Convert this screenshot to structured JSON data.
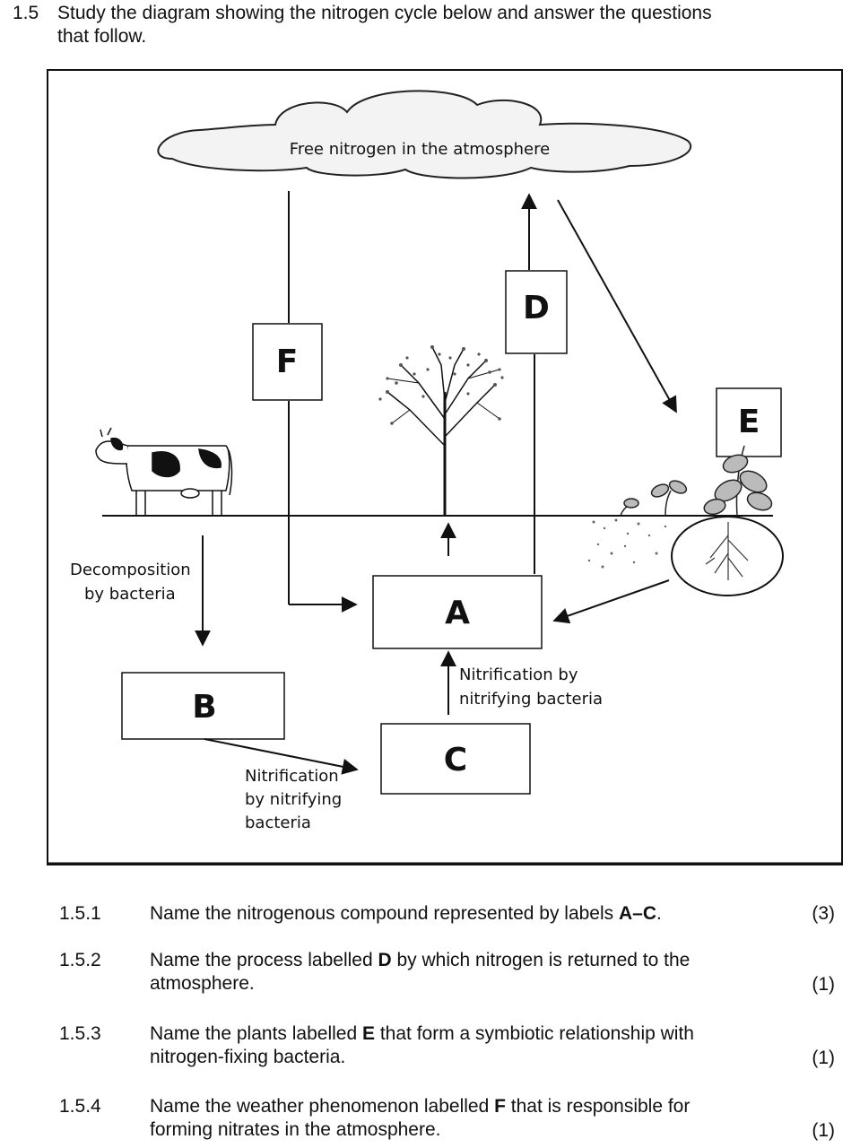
{
  "question": {
    "number": "1.5",
    "instruction": "Study the diagram showing the nitrogen cycle below and answer the questions that follow."
  },
  "diagram": {
    "cloud_label": "Free nitrogen in the atmosphere",
    "boxes": {
      "A": "A",
      "B": "B",
      "C": "C",
      "D": "D",
      "E": "E",
      "F": "F"
    },
    "labels": {
      "decomposition_line1": "Decomposition",
      "decomposition_line2": "by bacteria",
      "nitrification_ac_line1": "Nitrification by",
      "nitrification_ac_line2": "nitrifying bacteria",
      "nitrification_bc_line1": "Nitrification",
      "nitrification_bc_line2": "by nitrifying",
      "nitrification_bc_line3": "bacteria"
    }
  },
  "subquestions": [
    {
      "number": "1.5.1",
      "pre": "Name the nitrogenous compound represented by labels ",
      "bold": "A–C",
      "post": ".",
      "line2": "",
      "marks": "(3)"
    },
    {
      "number": "1.5.2",
      "pre": "Name the process labelled ",
      "bold": "D",
      "post": " by which nitrogen is returned to the",
      "line2": "atmosphere.",
      "marks": "(1)"
    },
    {
      "number": "1.5.3",
      "pre": "Name the plants labelled ",
      "bold": "E",
      "post": " that form a symbiotic relationship with",
      "line2": "nitrogen-fixing bacteria.",
      "marks": "(1)"
    },
    {
      "number": "1.5.4",
      "pre": "Name the weather phenomenon labelled ",
      "bold": "F",
      "post": " that is responsible for",
      "line2": "forming nitrates in the atmosphere.",
      "marks": "(1)"
    }
  ]
}
